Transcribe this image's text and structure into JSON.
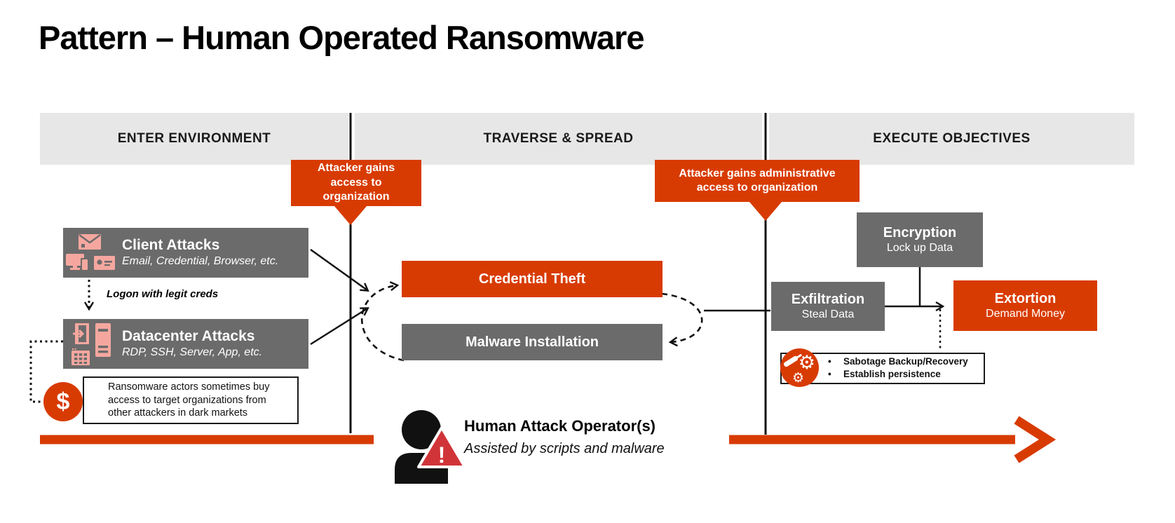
{
  "title": "Pattern – Human Operated Ransomware",
  "phases": [
    {
      "label": "ENTER ENVIRONMENT"
    },
    {
      "label": "TRAVERSE & SPREAD"
    },
    {
      "label": "EXECUTE OBJECTIVES"
    }
  ],
  "callouts": [
    {
      "text": "Attacker gains access to organization"
    },
    {
      "text": "Attacker gains administrative access to organization"
    }
  ],
  "nodes": {
    "client_attacks": {
      "title": "Client Attacks",
      "subtitle": "Email, Credential, Browser, etc."
    },
    "datacenter_attacks": {
      "title": "Datacenter Attacks",
      "subtitle": "RDP, SSH, Server, App, etc."
    },
    "credential_theft": {
      "title": "Credential Theft"
    },
    "malware_installation": {
      "title": "Malware Installation"
    },
    "exfiltration": {
      "title": "Exfiltration",
      "subtitle": "Steal Data"
    },
    "encryption": {
      "title": "Encryption",
      "subtitle": "Lock up Data"
    },
    "extortion": {
      "title": "Extortion",
      "subtitle": "Demand Money"
    }
  },
  "annotations": {
    "logon_note": "Logon with legit creds",
    "dark_market_note": "Ransomware actors sometimes buy access to target organizations from other attackers in dark markets",
    "objective_bullets": [
      "Sabotage Backup/Recovery",
      "Establish persistence"
    ],
    "bullet_char": "•"
  },
  "operator": {
    "title": "Human Attack Operator(s)",
    "subtitle": "Assisted by scripts and malware"
  },
  "icons": {
    "dollar_char": "$",
    "exclamation_char": "!",
    "gear_char": "⚙"
  },
  "colors": {
    "accent": "#D83B01",
    "triangle_red": "#D13438",
    "box_gray": "#6B6B6B",
    "header_gray": "#E7E7E7",
    "icon_salmon": "#F5A79F",
    "text_dark": "#1A1A1A"
  }
}
